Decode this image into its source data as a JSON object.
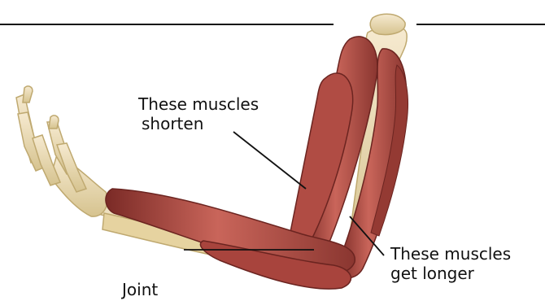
{
  "labels": {
    "shorten_line1": "These muscles",
    "shorten_line2": "shorten",
    "longer_line1": "These muscles",
    "longer_line2": "get longer",
    "joint": "Joint"
  },
  "colors": {
    "muscle": "#a8443d",
    "muscle_dark": "#7a2a26",
    "muscle_light": "#c9655a",
    "bone": "#ecdcae",
    "bone_shadow": "#c9b67e",
    "line": "#111111"
  }
}
